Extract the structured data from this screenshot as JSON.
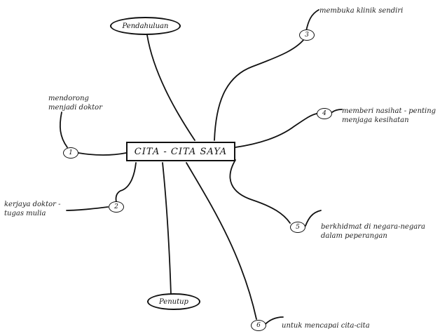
{
  "center": {
    "title": "CITA - CITA SAYA"
  },
  "intro": {
    "label": "Pendahuluan"
  },
  "closing": {
    "label": "Penutup"
  },
  "branches": [
    {
      "number": "1",
      "lines": [
        "mendorong",
        "menjadi doktor"
      ]
    },
    {
      "number": "2",
      "lines": [
        "kerjaya doktor -",
        "tugas mulia"
      ]
    },
    {
      "number": "3",
      "lines": [
        "membuka klinik sendiri"
      ]
    },
    {
      "number": "4",
      "lines": [
        "memberi nasihat - penting",
        "menjaga kesihatan"
      ]
    },
    {
      "number": "5",
      "lines": [
        "berkhidmat di negara-negara",
        "dalam peperangan"
      ]
    },
    {
      "number": "6",
      "lines": [
        "untuk mencapai cita-cita"
      ]
    }
  ]
}
